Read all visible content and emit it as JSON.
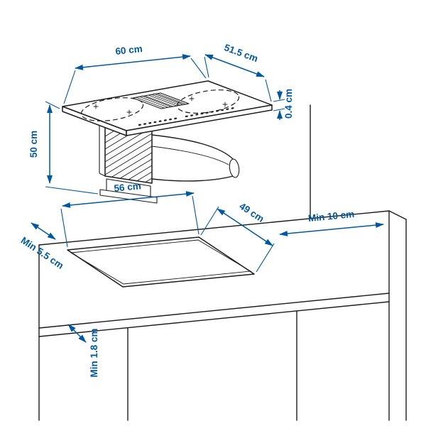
{
  "colors": {
    "accent": "#0058a3",
    "line": "#1c1c1c",
    "background": "#ffffff"
  },
  "diagram": {
    "type": "product-dimension-diagram",
    "subject": "induction-hob-with-integrated-extractor-over-worktop-cutout",
    "dimensions": {
      "hob_width": "60 cm",
      "hob_depth": "51.5 cm",
      "hob_thickness": "0.4 cm",
      "unit_height": "50 cm",
      "cutout_width": "56 cm",
      "cutout_depth": "49 cm",
      "clearance_right": "Min 10 cm",
      "clearance_front": "Min 5.5 cm",
      "worktop_thickness": "Min 1.8 cm"
    }
  }
}
